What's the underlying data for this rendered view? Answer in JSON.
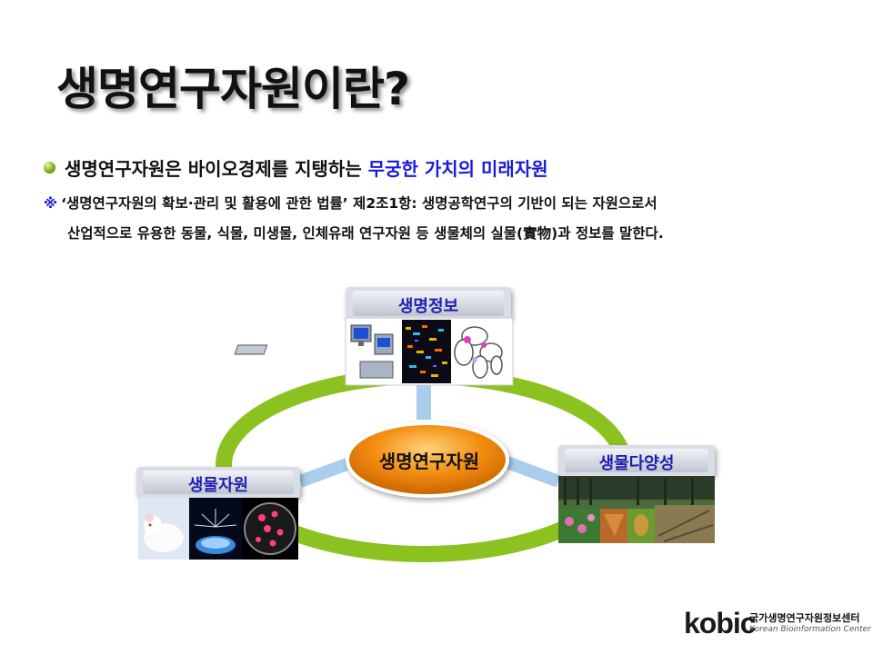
{
  "title": "생명연구자원이란?",
  "bullet": {
    "text_plain": "생명연구자원은 바이오경제를 지탱하는",
    "text_highlight": "무궁한 가치의 미래자원"
  },
  "note": {
    "mark": "※",
    "line1": "‘생명연구자원의 확보·관리 및 활용에 관한 법률’ 제2조1항: 생명공학연구의 기반이 되는 자원으로서",
    "line2": "산업적으로 유용한 동물, 식물, 미생물, 인체유래 연구자원 등 생물체의 실물(實物)과 정보를 말한다."
  },
  "diagram": {
    "center": "생명연구자원",
    "nodes": {
      "top": "생명정보",
      "left": "생물자원",
      "right": "생물다양성"
    },
    "colors": {
      "ring": "#8cc21f",
      "spoke": "#a9cdea",
      "center_fill": "#f28a0c",
      "label_box": "#d9dde6",
      "label_text": "#1f1fb0"
    }
  },
  "logo": {
    "brand": "kobic",
    "korean": "국가생명연구자원정보센터",
    "english": "Korean Bioinformation Center"
  }
}
